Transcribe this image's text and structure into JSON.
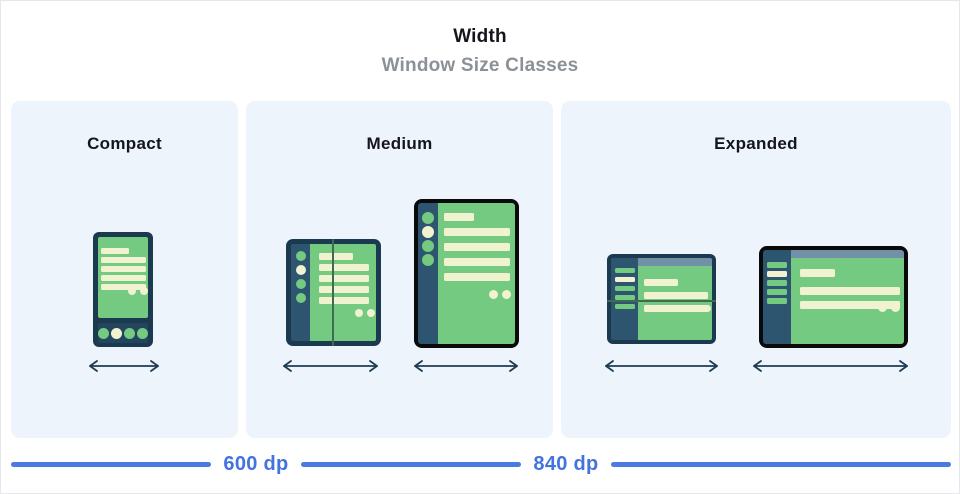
{
  "header": {
    "title": "Width",
    "subtitle": "Window Size Classes"
  },
  "panels": [
    {
      "label": "Compact",
      "devices": [
        "phone-portrait"
      ]
    },
    {
      "label": "Medium",
      "devices": [
        "foldable-open-portrait",
        "tablet-portrait"
      ]
    },
    {
      "label": "Expanded",
      "devices": [
        "foldable-open-landscape",
        "tablet-landscape"
      ]
    }
  ],
  "breakpoints": [
    {
      "label": "600 dp"
    },
    {
      "label": "840 dp"
    }
  ],
  "colors": {
    "panel_bg": "#edf4fc",
    "frame_navy": "#1c3a4f",
    "nav_navy": "#24455e",
    "rail_navy": "#2e5570",
    "screen_green": "#74ca80",
    "content_cream": "#f1f2d0",
    "topbar_slate": "#7291a8",
    "device_black": "#0a0a0a",
    "fold_line": "#3f6b51",
    "arrow": "#1e3c52",
    "ruler_blue": "#4b7ae0",
    "label_blue": "#4373de",
    "title_color": "#15151c",
    "subtitle_gray": "#8b9196"
  }
}
